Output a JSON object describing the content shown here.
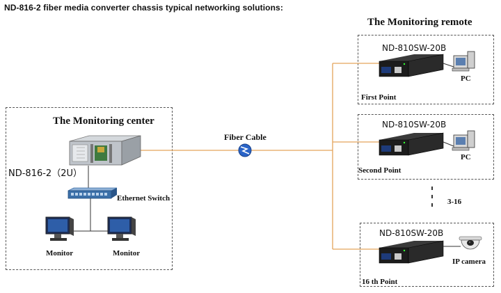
{
  "page_title": "ND-816-2 fiber media converter chassis typical networking solutions:",
  "center": {
    "heading": "The Monitoring center",
    "chassis_label": "ND-816-2（2U）",
    "switch_label": "Ethernet Switch",
    "monitor_left": "Monitor",
    "monitor_right": "Monitor"
  },
  "fiber": {
    "label": "Fiber Cable",
    "icon": "fiber-cable-icon"
  },
  "remote": {
    "heading": "The Monitoring remote",
    "points": [
      {
        "model": "ND-810SW-20B",
        "point_label": "First Point",
        "device": "PC"
      },
      {
        "model": "ND-810SW-20B",
        "point_label": "Second Point",
        "device": "PC"
      },
      {
        "model": "ND-810SW-20B",
        "point_label": "16 th Point",
        "device": "IP camera"
      }
    ],
    "range_label": "3-16"
  },
  "colors": {
    "fiber_line": "#e3a35a",
    "switch_blue": "#3b6fa8",
    "converter_body": "#1c1c1c",
    "dashed_border": "#555555"
  }
}
